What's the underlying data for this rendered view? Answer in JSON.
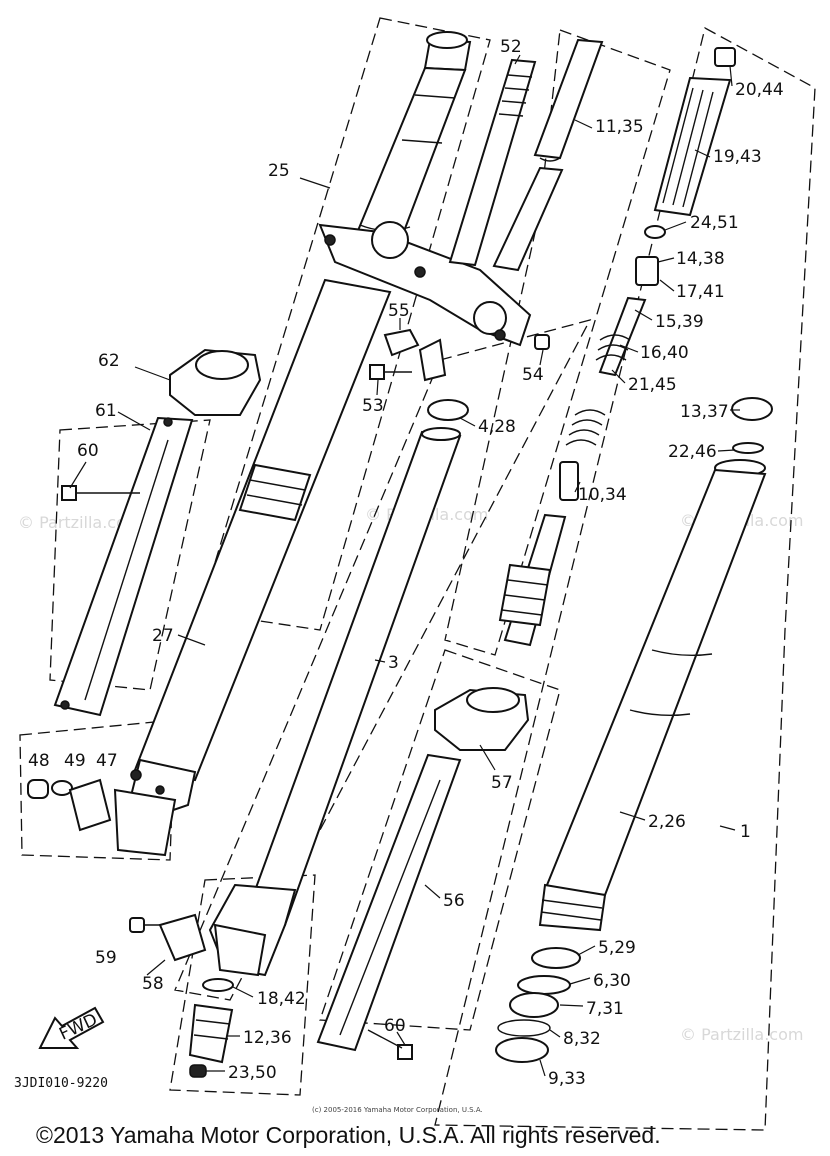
{
  "diagram": {
    "part_labels": [
      "52",
      "11,35",
      "20,44",
      "19,43",
      "25",
      "24,51",
      "14,38",
      "17,41",
      "15,39",
      "55",
      "16,40",
      "62",
      "54",
      "21,45",
      "53",
      "4,28",
      "13,37",
      "61",
      "22,46",
      "60",
      "10,34",
      "27",
      "3",
      "2,26",
      "1",
      "48",
      "49",
      "47",
      "57",
      "56",
      "5,29",
      "6,30",
      "59",
      "58",
      "18,42",
      "7,31",
      "60",
      "8,32",
      "12,36",
      "23,50",
      "9,33"
    ],
    "fwd_label": "FWD",
    "diagram_code": "3JDI010-9220",
    "watermark_text": "© Partzilla.com",
    "fine_print": "(c) 2005-2016 Yamaha Motor Corporation, U.S.A.",
    "copyright": "©2013 Yamaha Motor Corporation, U.S.A. All rights reserved."
  }
}
